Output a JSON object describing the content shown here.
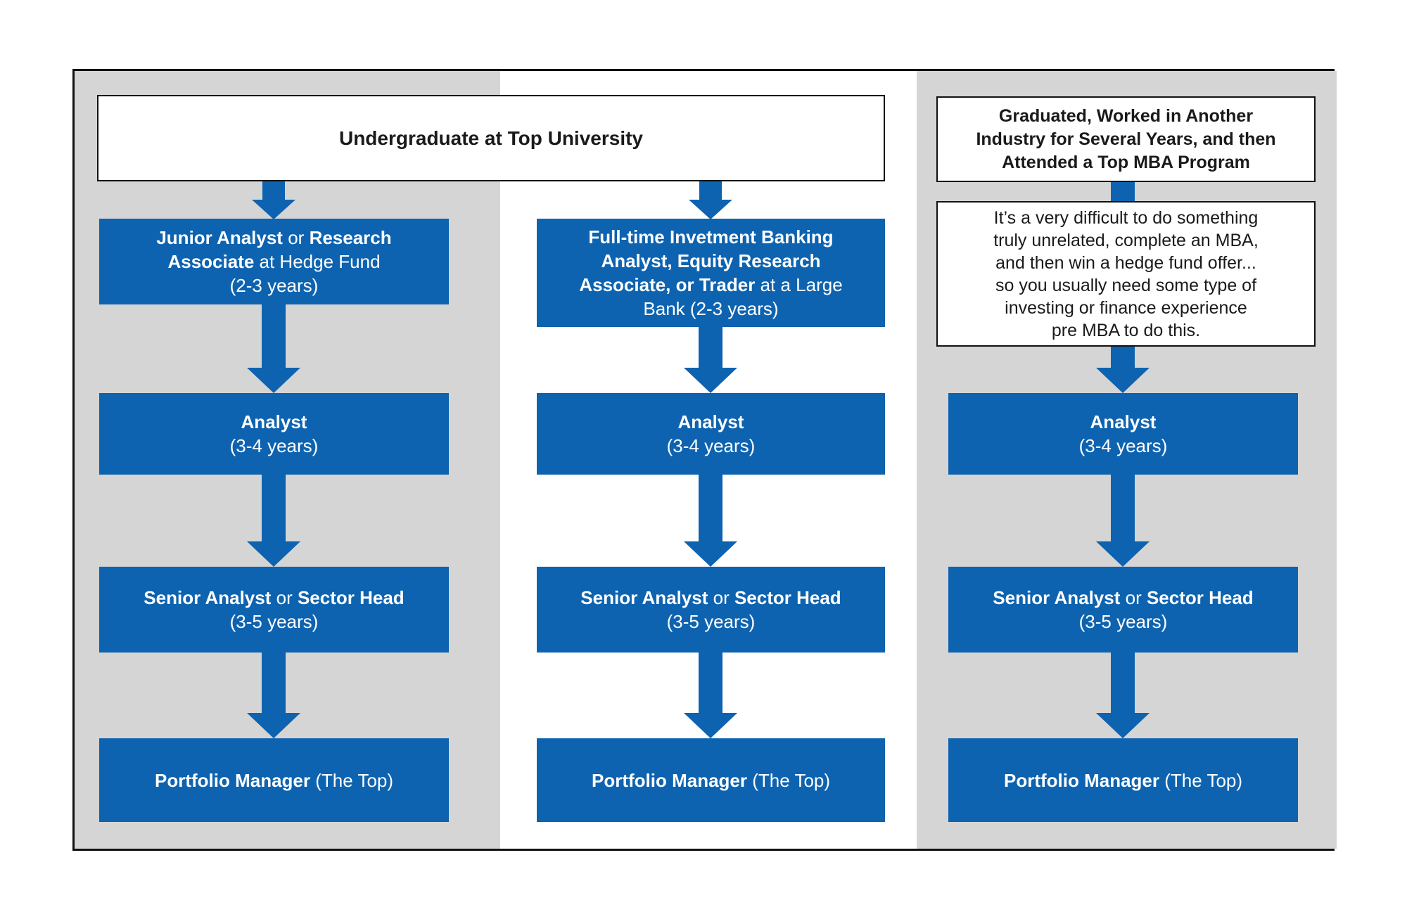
{
  "palette": {
    "box_blue": "#0d63b0",
    "panel_gray": "#d5d5d5",
    "border_black": "#111111",
    "text_white": "#ffffff",
    "text_black": "#1a1a1a"
  },
  "top_header": {
    "lines": [
      [
        {
          "t": "Undergraduate at Top University",
          "b": true
        }
      ]
    ]
  },
  "mba_header": {
    "lines": [
      [
        {
          "t": "Graduated, Worked in Another",
          "b": true
        }
      ],
      [
        {
          "t": "Industry for Several Years, and then",
          "b": true
        }
      ],
      [
        {
          "t": "Attended a Top MBA Program",
          "b": true
        }
      ]
    ]
  },
  "mba_note": {
    "lines": [
      [
        {
          "t": "It’s a very difficult to do something",
          "b": false
        }
      ],
      [
        {
          "t": "truly unrelated, complete an MBA,",
          "b": false
        }
      ],
      [
        {
          "t": "and then win a hedge fund offer...",
          "b": false
        }
      ],
      [
        {
          "t": "so you usually need some type of",
          "b": false
        }
      ],
      [
        {
          "t": "investing or finance experience",
          "b": false
        }
      ],
      [
        {
          "t": "pre MBA to do this.",
          "b": false
        }
      ]
    ]
  },
  "columns": [
    {
      "name": "direct-hedge-fund-path",
      "boxes": [
        {
          "id": "junior-analyst",
          "lines": [
            [
              {
                "t": "Junior Analyst",
                "b": true
              },
              {
                "t": " or ",
                "b": false
              },
              {
                "t": "Research",
                "b": true
              }
            ],
            [
              {
                "t": "Associate",
                "b": true
              },
              {
                "t": " at Hedge Fund",
                "b": false
              }
            ],
            [
              {
                "t": "(2-3 years)",
                "b": false
              }
            ]
          ]
        },
        {
          "id": "analyst",
          "lines": [
            [
              {
                "t": "Analyst",
                "b": true
              }
            ],
            [
              {
                "t": "(3-4 years)",
                "b": false
              }
            ]
          ]
        },
        {
          "id": "senior-analyst",
          "lines": [
            [
              {
                "t": "Senior Analyst",
                "b": true
              },
              {
                "t": " or ",
                "b": false
              },
              {
                "t": "Sector Head",
                "b": true
              }
            ],
            [
              {
                "t": "(3-5 years)",
                "b": false
              }
            ]
          ]
        },
        {
          "id": "portfolio-manager",
          "lines": [
            [
              {
                "t": "Portfolio Manager",
                "b": true
              },
              {
                "t": " (The Top)",
                "b": false
              }
            ]
          ]
        }
      ]
    },
    {
      "name": "banking-path",
      "boxes": [
        {
          "id": "banking-analyst",
          "lines": [
            [
              {
                "t": "Full-time Invetment Banking",
                "b": true
              }
            ],
            [
              {
                "t": "Analyst, Equity Research",
                "b": true
              }
            ],
            [
              {
                "t": "Associate, or Trader",
                "b": true
              },
              {
                "t": " at a Large",
                "b": false
              }
            ],
            [
              {
                "t": "Bank (2-3 years)",
                "b": false
              }
            ]
          ]
        },
        {
          "id": "analyst",
          "lines": [
            [
              {
                "t": "Analyst",
                "b": true
              }
            ],
            [
              {
                "t": "(3-4 years)",
                "b": false
              }
            ]
          ]
        },
        {
          "id": "senior-analyst",
          "lines": [
            [
              {
                "t": "Senior Analyst",
                "b": true
              },
              {
                "t": " or ",
                "b": false
              },
              {
                "t": "Sector Head",
                "b": true
              }
            ],
            [
              {
                "t": "(3-5 years)",
                "b": false
              }
            ]
          ]
        },
        {
          "id": "portfolio-manager",
          "lines": [
            [
              {
                "t": "Portfolio Manager",
                "b": true
              },
              {
                "t": " (The Top)",
                "b": false
              }
            ]
          ]
        }
      ]
    },
    {
      "name": "mba-path",
      "boxes": [
        {
          "id": "analyst",
          "lines": [
            [
              {
                "t": "Analyst",
                "b": true
              }
            ],
            [
              {
                "t": "(3-4 years)",
                "b": false
              }
            ]
          ]
        },
        {
          "id": "senior-analyst",
          "lines": [
            [
              {
                "t": "Senior Analyst",
                "b": true
              },
              {
                "t": " or ",
                "b": false
              },
              {
                "t": "Sector Head",
                "b": true
              }
            ],
            [
              {
                "t": "(3-5 years)",
                "b": false
              }
            ]
          ]
        },
        {
          "id": "portfolio-manager",
          "lines": [
            [
              {
                "t": "Portfolio Manager",
                "b": true
              },
              {
                "t": " (The Top)",
                "b": false
              }
            ]
          ]
        }
      ]
    }
  ]
}
